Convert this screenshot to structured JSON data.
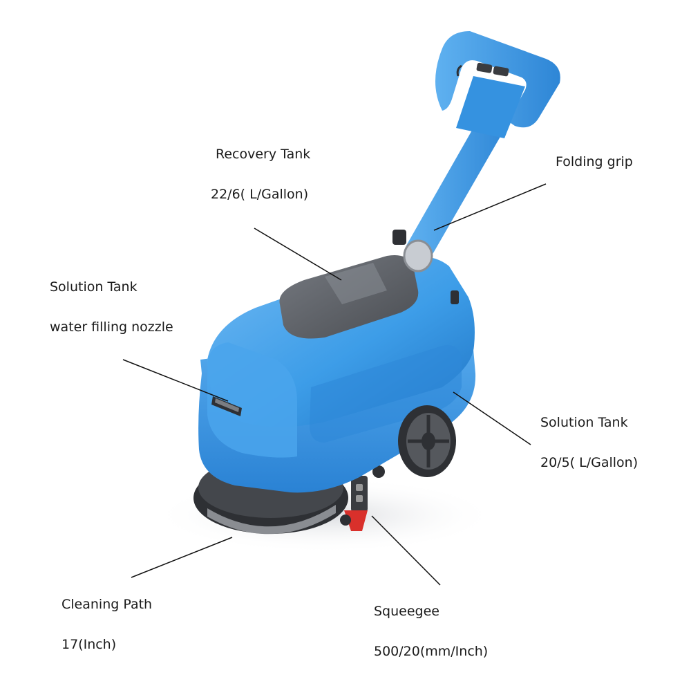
{
  "colors": {
    "body_blue": "#3d9de8",
    "body_blue_dark": "#1f74c4",
    "body_blue_light": "#7cc0f4",
    "lid_gray": "#5d6066",
    "wheel_dark": "#3a3c40",
    "red_accent": "#d9302b"
  },
  "callouts": {
    "recovery_tank": {
      "title": "Recovery Tank",
      "capacity": "22/6( L/Gallon)"
    },
    "folding_grip": {
      "title": "Folding grip"
    },
    "solution_fill": {
      "title": "Solution Tank",
      "subtitle": "water filling nozzle"
    },
    "solution_tank": {
      "title": "Solution Tank",
      "capacity": "20/5( L/Gallon)"
    },
    "cleaning_path": {
      "title": "Cleaning Path",
      "size": "17(Inch)"
    },
    "squeegee": {
      "title": "Squeegee",
      "size": "500/20(mm/Inch)"
    }
  }
}
